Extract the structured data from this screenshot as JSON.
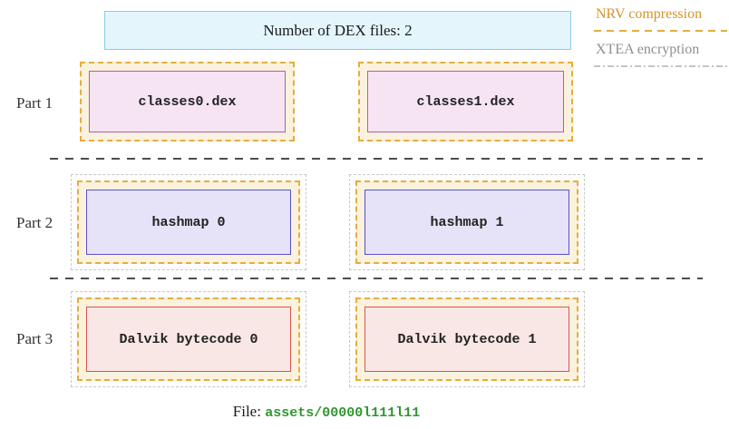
{
  "header": {
    "title": "Number of DEX files: 2"
  },
  "legend": {
    "nrv": {
      "label": "NRV compression",
      "text_color": "#d2952e",
      "line_style": "dashed",
      "line_color": "#e6ac3f"
    },
    "xtea": {
      "label": "XTEA encryption",
      "text_color": "#8f8f8f",
      "line_style": "dash-dot",
      "line_color": "#c4c4c4"
    }
  },
  "parts": [
    {
      "label": "Part 1",
      "compressed": true,
      "encrypted": false,
      "boxes": [
        "classes0.dex",
        "classes1.dex"
      ],
      "box_border_color": "#b55ab0",
      "box_fill_color": "#f6e4f3"
    },
    {
      "label": "Part 2",
      "compressed": true,
      "encrypted": true,
      "boxes": [
        "hashmap 0",
        "hashmap 1"
      ],
      "box_border_color": "#5a50c8",
      "box_fill_color": "#e6e2f8"
    },
    {
      "label": "Part 3",
      "compressed": true,
      "encrypted": true,
      "boxes": [
        "Dalvik bytecode 0",
        "Dalvik bytecode 1"
      ],
      "box_border_color": "#da544f",
      "box_fill_color": "#f9e7e5"
    }
  ],
  "footer": {
    "file_label": "File:",
    "file_path": "assets/00000l111l11",
    "path_color": "#2f962f"
  },
  "colors": {
    "top_box_fill": "#e4f5fc",
    "top_box_border": "#8ccbe8",
    "nrv_dash": "#e6ac3f",
    "nrv_fill": "#fbf2dd",
    "xtea_dash": "#c8c8c8",
    "separator": "#4d4d4d"
  }
}
